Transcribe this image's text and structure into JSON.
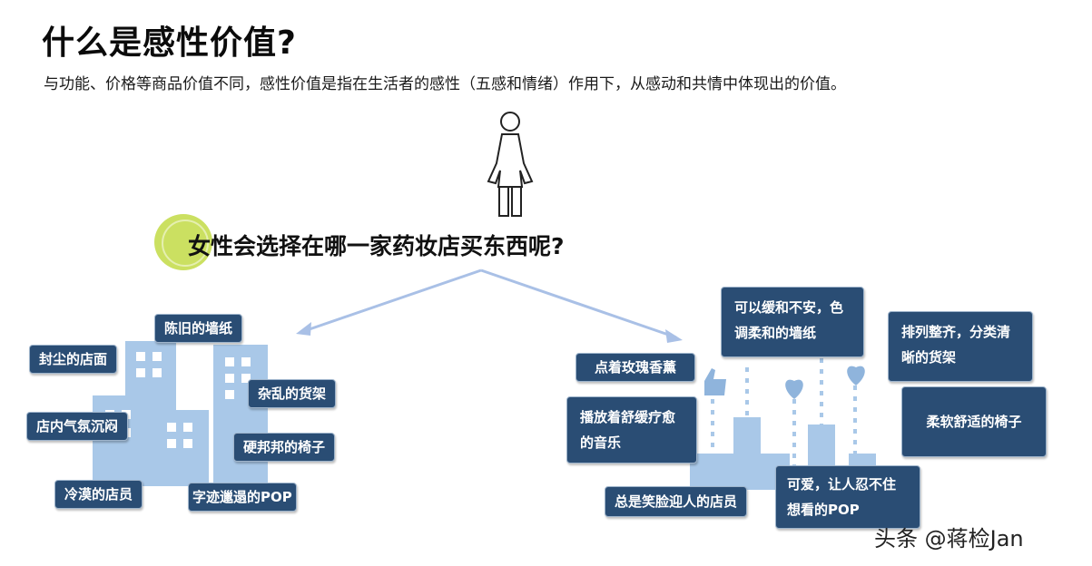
{
  "header": {
    "title": "什么是感性价值?",
    "subtitle": "与功能、价格等商品价值不同，感性价值是指在生活者的感性（五感和情绪）作用下，从感动和共情中体现出的价值。"
  },
  "diagram": {
    "question": "女性会选择在哪一家药妆店买东西呢?",
    "left_store": {
      "items": [
        "陈旧的墙纸",
        "封尘的店面",
        "杂乱的货架",
        "店内气氛沉闷",
        "硬邦邦的椅子",
        "冷漠的店员",
        "字迹邋遢的POP"
      ]
    },
    "right_store": {
      "items": [
        "可以缓和不安，色调柔和的墙纸",
        "排列整齐，分类清晰的货架",
        "点着玫瑰香薰",
        "柔软舒适的椅子",
        "播放着舒缓疗愈的音乐",
        "总是笑脸迎人的店员",
        "可爱，让人忍不住想看的POP"
      ]
    }
  },
  "watermark": "头条 @蒋检Jan",
  "colors": {
    "tag_bg": "#2a4d74",
    "building": "#a9c8e8",
    "arrow": "#a9c0e6",
    "highlight": "#c6dd50"
  },
  "icons": [
    "woman-icon",
    "thumbs-up-icon",
    "heart-icon"
  ]
}
